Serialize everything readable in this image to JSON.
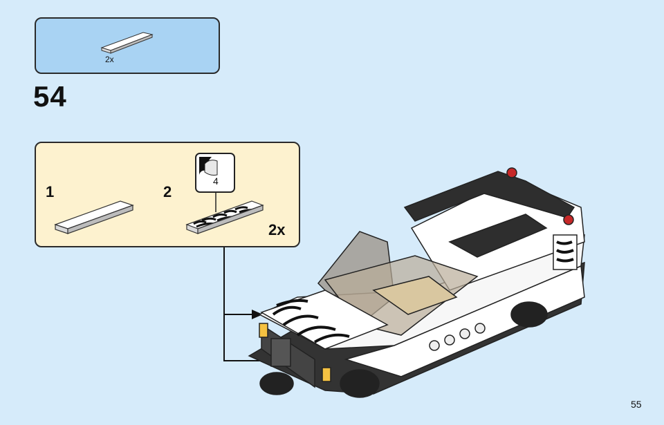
{
  "parts_list": {
    "quantity": "2x",
    "part_name": "white-flat-tile"
  },
  "step": {
    "number": "54"
  },
  "sub_assembly": {
    "step_1": "1",
    "step_2": "2",
    "quantity": "2x",
    "sticker_number": "4"
  },
  "page": {
    "number": "55"
  },
  "colors": {
    "background": "#d6ebfa",
    "parts_box": "#a9d3f3",
    "sub_box": "#fdf2cf",
    "border": "#2a2a2a"
  }
}
